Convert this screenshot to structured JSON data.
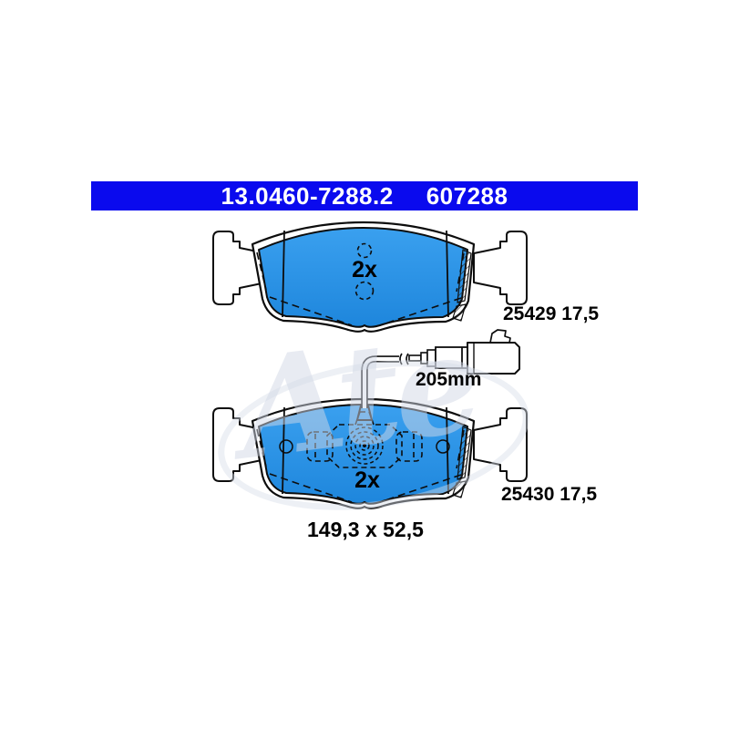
{
  "header": {
    "part_number": "13.0460-7288.2",
    "order_number": "607288"
  },
  "labels": {
    "top_pad_quantity": "2x",
    "bottom_pad_quantity": "2x",
    "top_wear_ref": "25429 17,5",
    "bottom_wear_ref": "25430 17,5",
    "cable_length": "205mm",
    "pad_dimensions": "149,3 x 52,5"
  },
  "watermark_text": "Ate",
  "colors": {
    "header_bar": "#0a0aee",
    "header_text": "#ffffff",
    "pad_fill_top": "#3aa0ef",
    "pad_fill_bottom": "#1e86dc",
    "line": "#0d0d0d"
  }
}
